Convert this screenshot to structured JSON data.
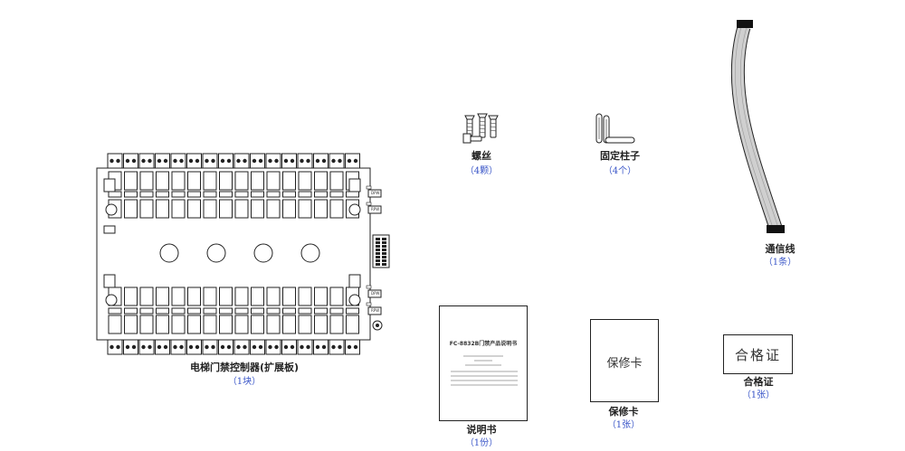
{
  "items": {
    "board": {
      "name": "电梯门禁控制器(扩展板)",
      "qty": "（1块）",
      "chips": [
        "DPW",
        "RPW",
        "DPW",
        "RPW"
      ]
    },
    "screws": {
      "name": "螺丝",
      "qty": "（4颗）"
    },
    "posts": {
      "name": "固定柱子",
      "qty": "（4个）"
    },
    "cable": {
      "name": "通信线",
      "qty": "（1条）"
    },
    "manual": {
      "name": "说明书",
      "qty": "（1份）",
      "doc_title": "FC-8832B门禁产品说明书"
    },
    "warranty": {
      "name": "保修卡",
      "qty": "（1张）",
      "card_text": "保修卡"
    },
    "cert": {
      "name": "合格证",
      "qty": "（1张）",
      "card_text": "合格证"
    }
  },
  "colors": {
    "line": "#222222",
    "quantity": "#3a56c8"
  }
}
